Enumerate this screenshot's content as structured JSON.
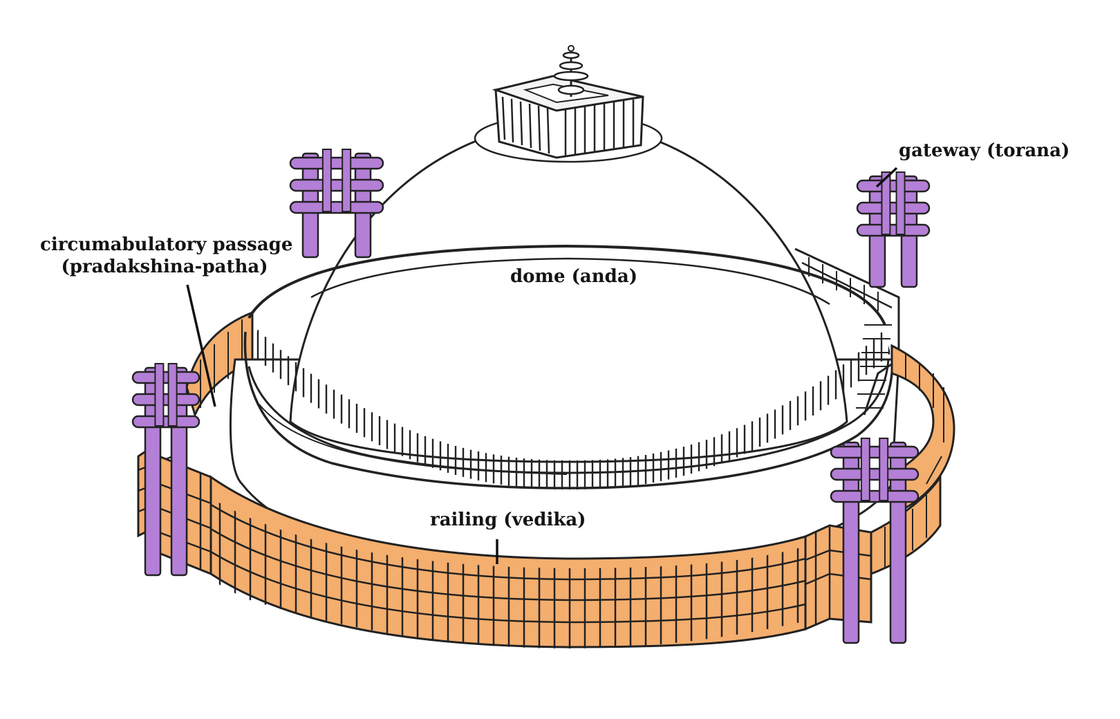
{
  "labels": {
    "gateway": "gateway (torana)",
    "passage_line1": "circumabulatory passage",
    "passage_line2": "(pradakshina-patha)",
    "dome": "dome (anda)",
    "railing": "railing (vedika)"
  },
  "colors": {
    "railing": "#F4AE6E",
    "gateway": "#B47FD6",
    "ink": "#222222",
    "background": "#FFFFFF"
  }
}
